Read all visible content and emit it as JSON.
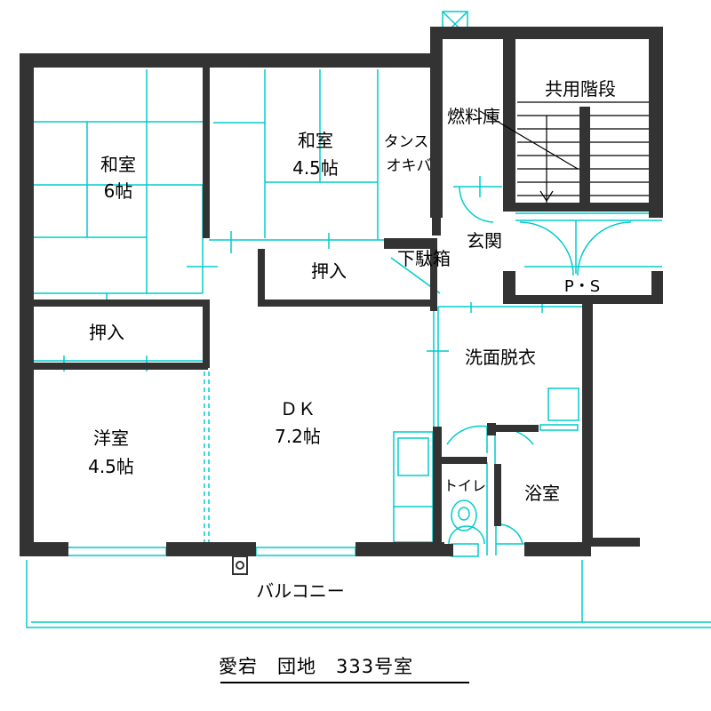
{
  "colors": {
    "wall": "#333333",
    "fixture": "#00cccc",
    "stair_line": "#000000",
    "background": "#ffffff"
  },
  "rooms": {
    "washitsu_6": {
      "name": "和室",
      "size": "6帖"
    },
    "washitsu_45": {
      "name": "和室",
      "size": "4.5帖"
    },
    "tansu": {
      "line1": "タンス",
      "line2": "オキバ"
    },
    "nenryoko": {
      "name": "燃料庫"
    },
    "kaidan": {
      "name": "共用階段"
    },
    "oshiire_upper": {
      "name": "押入"
    },
    "oshiire_left": {
      "name": "押入"
    },
    "getabako": {
      "name": "下駄箱"
    },
    "genkan": {
      "name": "玄関"
    },
    "ps": {
      "name": "P・S"
    },
    "senmen": {
      "name": "洗面脱衣"
    },
    "dk": {
      "name": "ＤＫ",
      "size": "7.2帖"
    },
    "yoshitsu": {
      "name": "洋室",
      "size": "4.5帖"
    },
    "toilet": {
      "name": "トイレ"
    },
    "yokushitsu": {
      "name": "浴室"
    },
    "balcony": {
      "name": "バルコニー"
    }
  },
  "caption": "愛宕　団地　333号室"
}
